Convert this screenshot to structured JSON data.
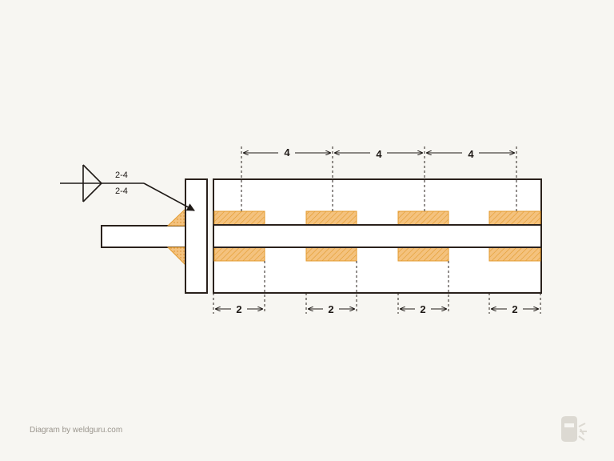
{
  "colors": {
    "background": "#f7f6f2",
    "line": "#2a211c",
    "weld_fill": "#f4c27e",
    "weld_hatch": "#e39a2c",
    "text": "#1f1a17",
    "credit": "#9a958d"
  },
  "weld_symbol": {
    "type": "fillet-chain-intermittent",
    "arrow_side": "2-4",
    "other_side": "2-4"
  },
  "dimensions": {
    "pitch_labels": [
      "4",
      "4",
      "4"
    ],
    "length_labels": [
      "2",
      "2",
      "2",
      "2"
    ]
  },
  "credit": "Diagram by weldguru.com",
  "logo_icon": "welding-helmet-icon"
}
